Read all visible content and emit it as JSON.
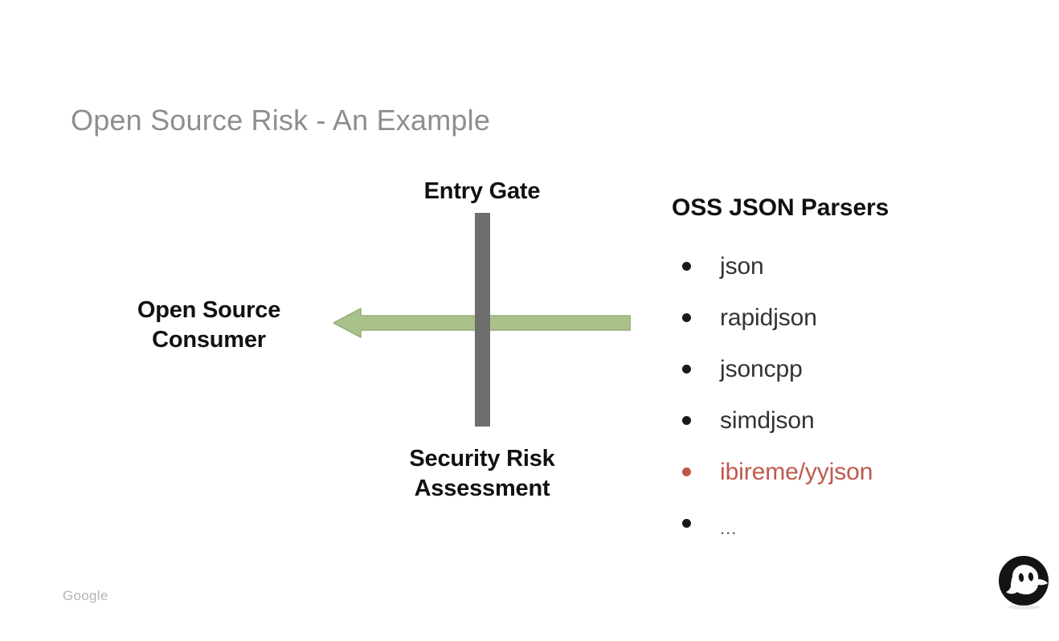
{
  "slide": {
    "title": "Open Source Risk - An Example",
    "background_color": "#ffffff",
    "title_color": "#8e8e8e"
  },
  "diagram": {
    "gate_label": "Entry Gate",
    "gate_color": "#6e6e6e",
    "bottom_label_line1": "Security Risk",
    "bottom_label_line2": "Assessment",
    "consumer_label_line1": "Open Source",
    "consumer_label_line2": "Consumer",
    "arrow": {
      "name": "flow-arrow",
      "direction": "left",
      "color": "#a9c18b",
      "border_color": "#93ad74"
    }
  },
  "parsers": {
    "heading": "OSS JSON Parsers",
    "highlight_color": "#c0584d",
    "bullet_color": "#1a1a1a",
    "items": [
      {
        "label": "json",
        "highlighted": false
      },
      {
        "label": "rapidjson",
        "highlighted": false
      },
      {
        "label": "jsoncpp",
        "highlighted": false
      },
      {
        "label": "simdjson",
        "highlighted": false
      },
      {
        "label": "ibireme/yyjson",
        "highlighted": true
      },
      {
        "label": "...",
        "highlighted": false
      }
    ]
  },
  "footer": {
    "watermark": "Google",
    "watermark_color": "#b5b5b5",
    "mascot_icon": "ghost-mascot-icon"
  }
}
